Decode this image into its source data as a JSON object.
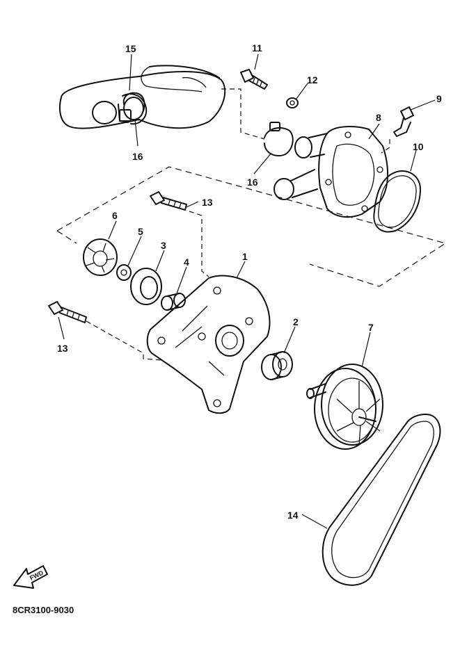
{
  "diagram": {
    "code": "8CR3100-9030",
    "fwd_label": "FWD",
    "callouts": [
      {
        "id": "c15",
        "text": "15"
      },
      {
        "id": "c16a",
        "text": "16"
      },
      {
        "id": "c11",
        "text": "11"
      },
      {
        "id": "c12",
        "text": "12"
      },
      {
        "id": "c9",
        "text": "9"
      },
      {
        "id": "c8",
        "text": "8"
      },
      {
        "id": "c10",
        "text": "10"
      },
      {
        "id": "c16b",
        "text": "16"
      },
      {
        "id": "c13a",
        "text": "13"
      },
      {
        "id": "c6",
        "text": "6"
      },
      {
        "id": "c5",
        "text": "5"
      },
      {
        "id": "c3",
        "text": "3"
      },
      {
        "id": "c4",
        "text": "4"
      },
      {
        "id": "c1",
        "text": "1"
      },
      {
        "id": "c2",
        "text": "2"
      },
      {
        "id": "c7",
        "text": "7"
      },
      {
        "id": "c13b",
        "text": "13"
      },
      {
        "id": "c14",
        "text": "14"
      }
    ]
  }
}
